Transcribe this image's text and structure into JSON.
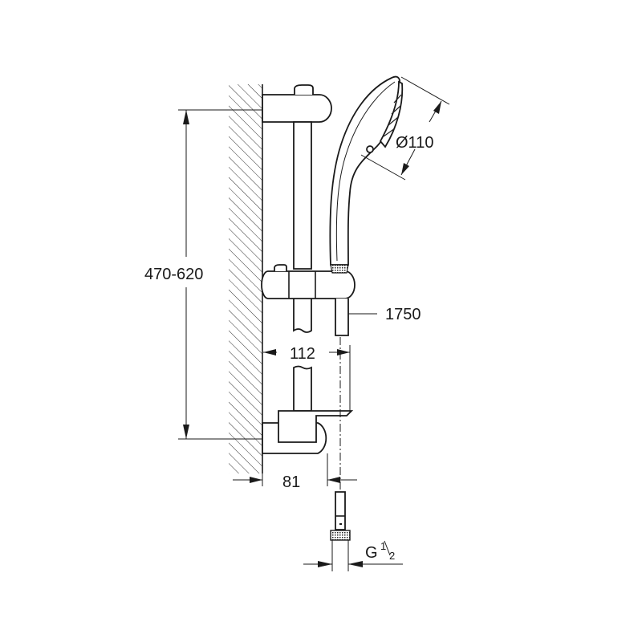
{
  "drawing": {
    "title": "Shower rail set technical drawing",
    "dimensions": {
      "rail_height": "470-620",
      "head_diameter": "Ø110",
      "hose_length": "1750",
      "holder_projection": "112",
      "wall_projection": "81",
      "thread_prefix": "G",
      "thread_num": "1",
      "thread_den": "2"
    },
    "components": [
      "wall",
      "top-wall-bracket",
      "rail",
      "slider-holder",
      "hand-shower",
      "hose",
      "bottom-wall-bracket",
      "soap-dish",
      "hose-nut"
    ]
  }
}
